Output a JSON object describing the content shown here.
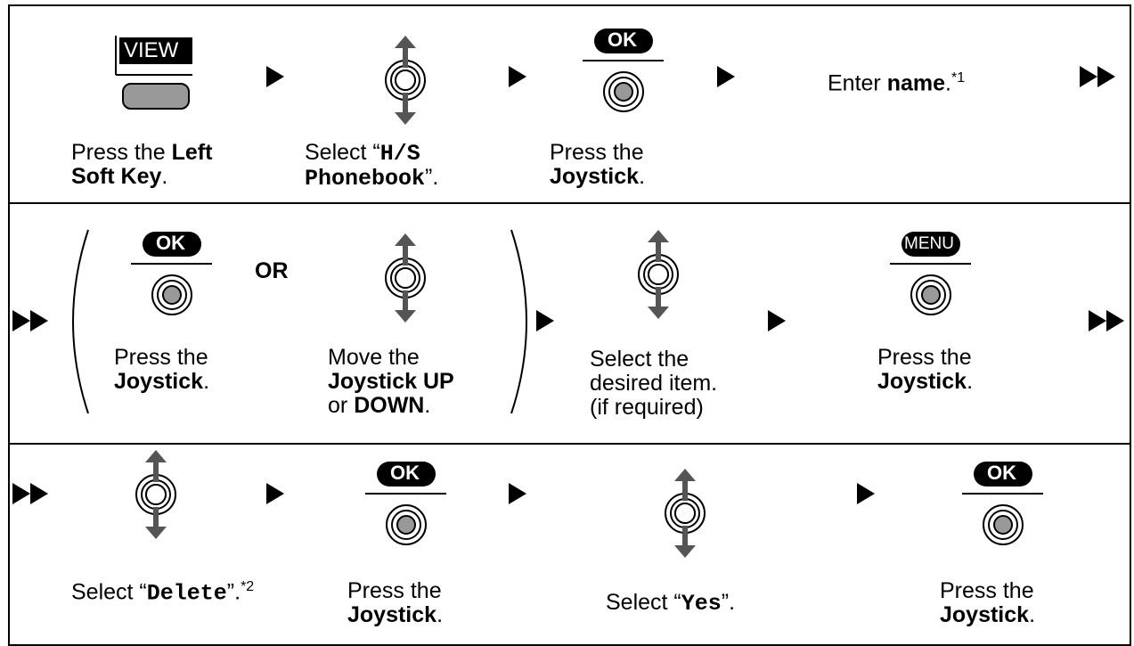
{
  "row1": {
    "view_key": "VIEW",
    "step1": {
      "pre": "Press the ",
      "bold1": "Left",
      "bold2": "Soft Key",
      "post": "."
    },
    "step2": {
      "pre": "Select “",
      "mono1": "H/S",
      "mono2": "Phonebook",
      "post": "”."
    },
    "ok_key": "OK",
    "step3": {
      "pre": "Press the",
      "bold": "Joystick",
      "post": "."
    },
    "step4": {
      "pre": "Enter ",
      "bold": "name",
      "post": ".",
      "note": "*1"
    }
  },
  "row2": {
    "ok_key": "OK",
    "step1": {
      "pre": "Press the",
      "bold": "Joystick",
      "post": "."
    },
    "or_label": "OR",
    "step2": {
      "pre": "Move the",
      "bold1": "Joystick UP",
      "mid": "or ",
      "bold2": "DOWN",
      "post": "."
    },
    "step3": {
      "line1": "Select the",
      "line2": "desired item.",
      "line3": "(if required)"
    },
    "menu_key": "MENU",
    "step4": {
      "pre": "Press the",
      "bold": "Joystick",
      "post": "."
    }
  },
  "row3": {
    "step1": {
      "pre": "Select “",
      "mono": "Delete",
      "post": "”.",
      "note": "*2"
    },
    "ok_key": "OK",
    "step2": {
      "pre": "Press the",
      "bold": "Joystick",
      "post": "."
    },
    "step3": {
      "pre": "Select “",
      "mono": "Yes",
      "post": "”."
    },
    "ok_key2": "OK",
    "step4": {
      "pre": "Press the",
      "bold": "Joystick",
      "post": "."
    }
  },
  "icons": [
    "view-soft-key-icon",
    "joystick-up-down-icon",
    "ok-key-icon",
    "menu-key-icon",
    "next-arrow-icon",
    "continue-double-arrow-icon"
  ]
}
